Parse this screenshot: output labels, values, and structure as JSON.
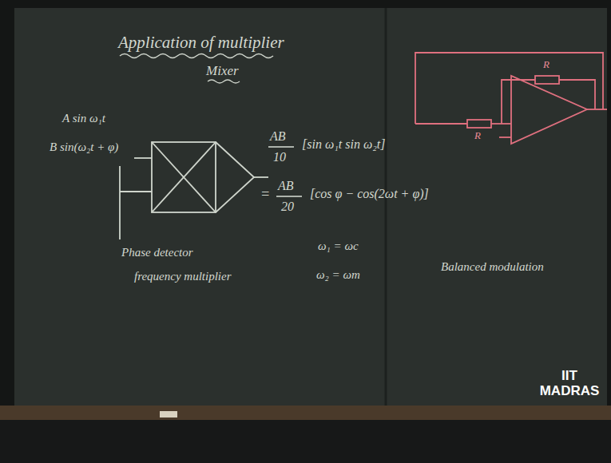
{
  "diagram": {
    "title": "Application of multiplier",
    "labels": [
      "Mixer",
      "A sin ω₁t",
      "B sin(ω₂t + φ)",
      "AB",
      "10",
      "[sin ω₁t sin ω₂t]",
      "=",
      "AB",
      "20",
      "[cos φ − cos(2ωt + φ)]",
      "Phase detector",
      "frequency multiplier",
      "ω₁ = ωc",
      "ω₂ = ωm",
      "Balanced modulation",
      "R",
      "R",
      "IIT MADRAS"
    ]
  }
}
